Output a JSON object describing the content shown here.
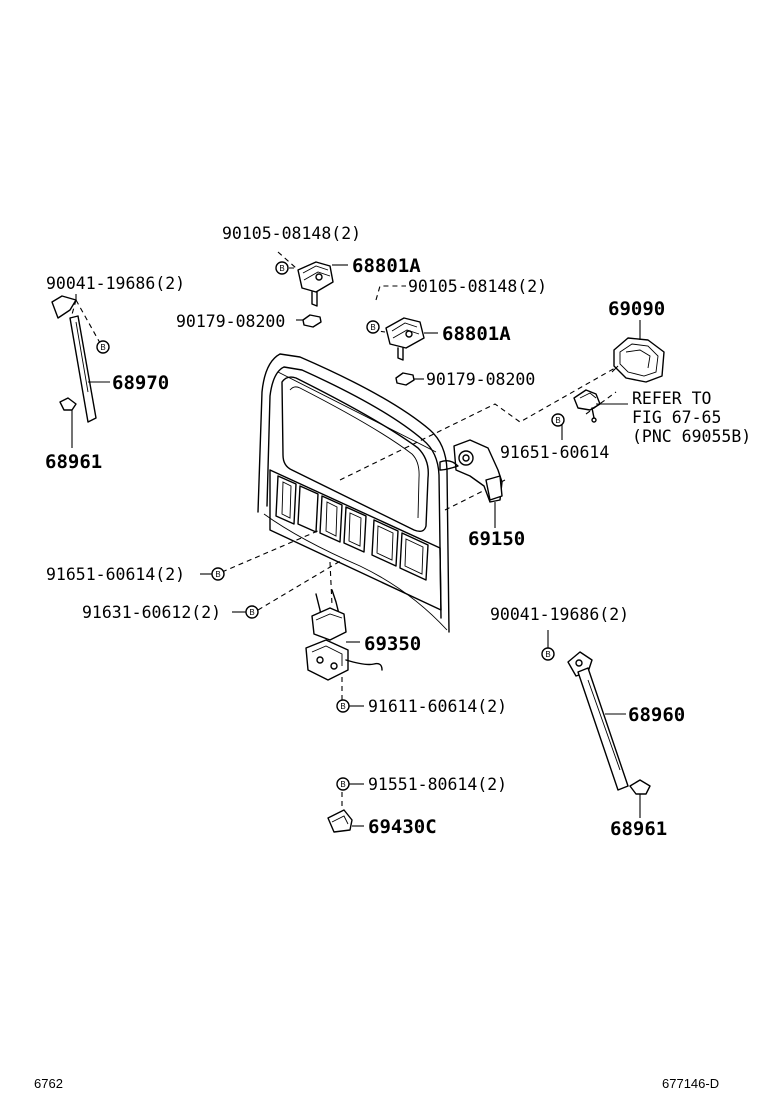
{
  "labels": {
    "p90105_top": "90105-08148(2)",
    "p68801a_top": "68801A",
    "p90179_top": "90179-08200",
    "p90105_mid": "90105-08148(2)",
    "p68801a_mid": "68801A",
    "p90179_mid": "90179-08200",
    "p90041_left": "90041-19686(2)",
    "p68970": "68970",
    "p68961_left": "68961",
    "p69090": "69090",
    "refer_1": "REFER TO",
    "refer_2": "FIG 67-65",
    "refer_3": "(PNC 69055B)",
    "p91651_right": "91651-60614",
    "p69150": "69150",
    "p91651_left": "91651-60614(2)",
    "p91631": "91631-60612(2)",
    "p69350": "69350",
    "p90041_right": "90041-19686(2)",
    "p91611": "91611-60614(2)",
    "p68960": "68960",
    "p91551": "91551-80614(2)",
    "p69430c": "69430C",
    "p68961_right": "68961"
  },
  "bolt_marker": "B",
  "footer": {
    "page_number": "6762",
    "figure_code": "677146-D"
  }
}
